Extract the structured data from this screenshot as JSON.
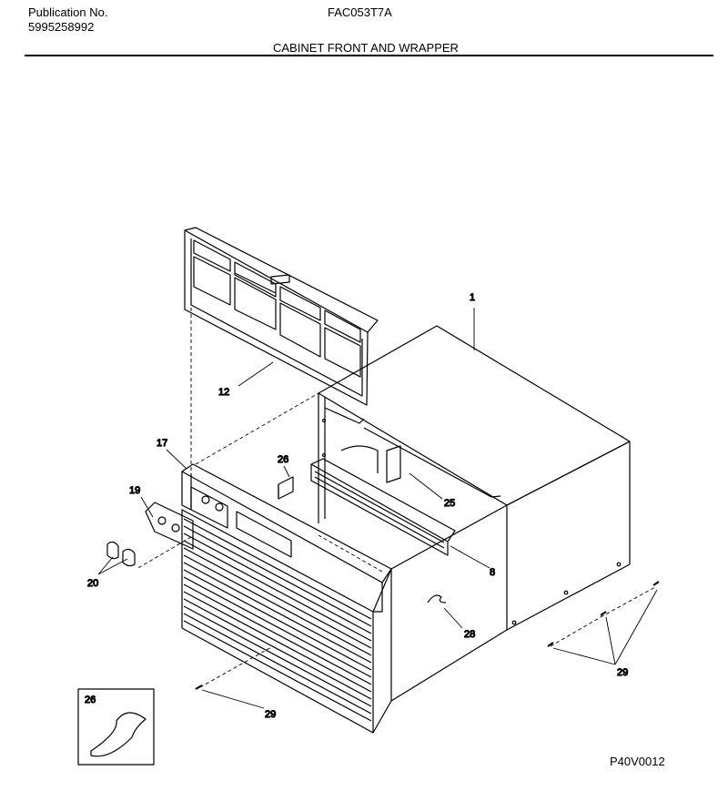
{
  "header": {
    "publication_label": "Publication No.",
    "publication_number": "5995258992",
    "model": "FAC053T7A",
    "section_title": "CABINET FRONT AND WRAPPER"
  },
  "callouts": {
    "c1": "1",
    "c12": "12",
    "c17": "17",
    "c19": "19",
    "c20": "20",
    "c26a": "26",
    "c25": "25",
    "c8": "8",
    "c28": "28",
    "c29a": "29",
    "c29b": "29",
    "c26b": "26"
  },
  "drawing_code": "P40V0012"
}
